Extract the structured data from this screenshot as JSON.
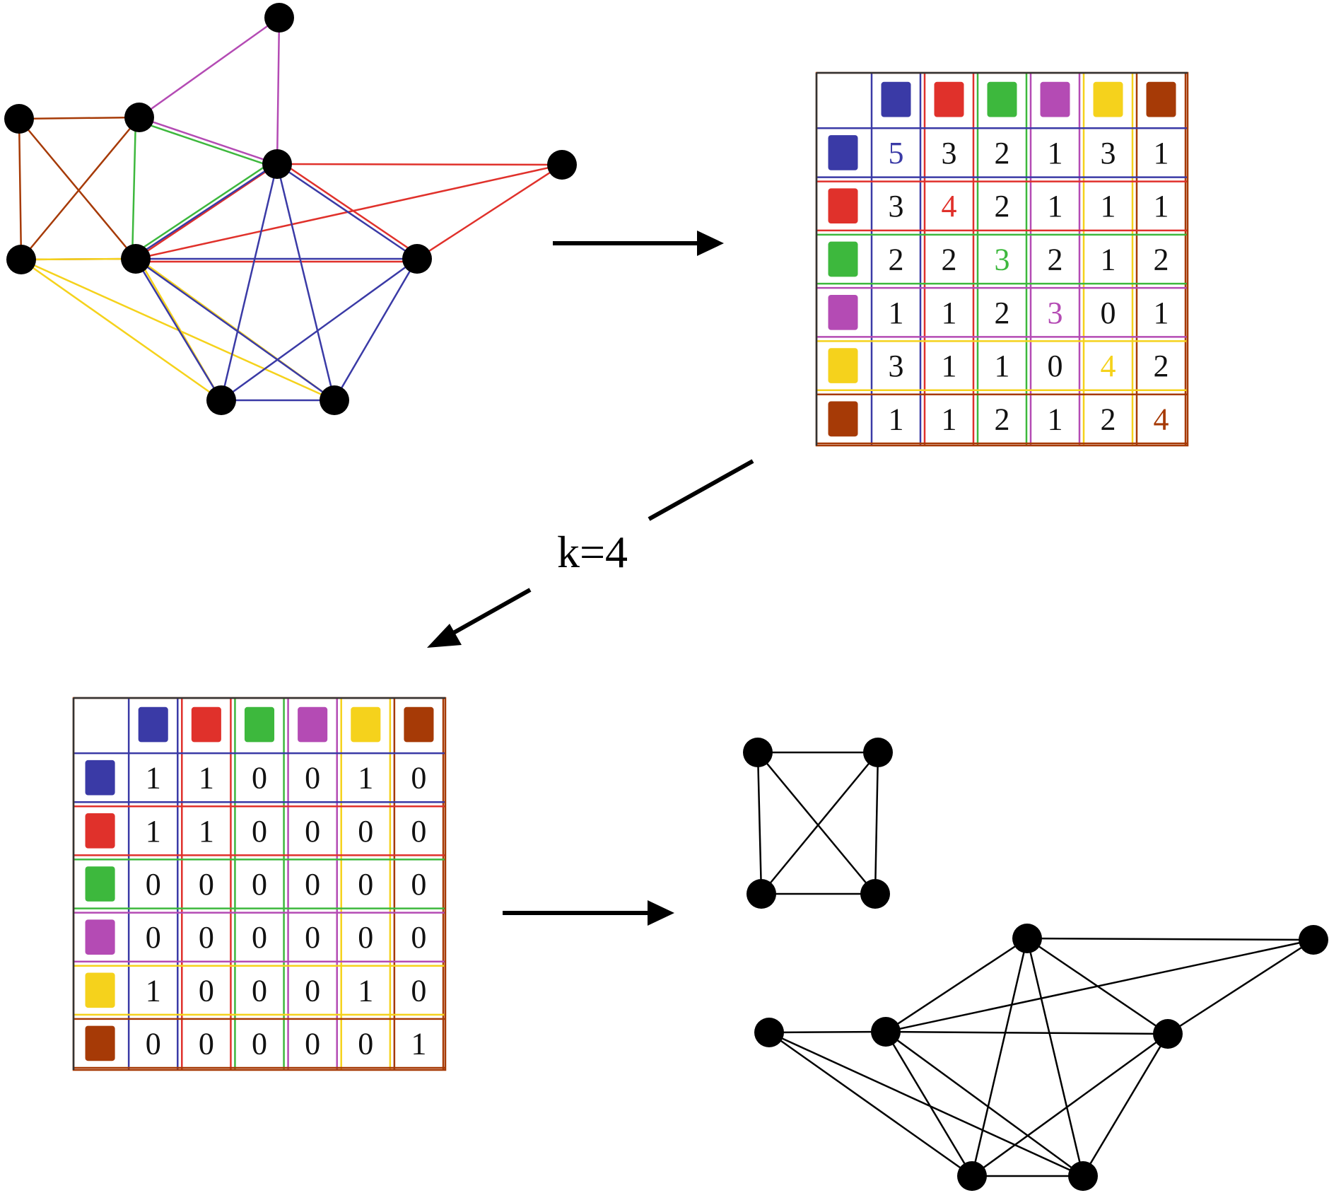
{
  "palette": {
    "blue": "#3a3aa6",
    "red": "#e0312b",
    "green": "#3db83d",
    "purple": "#b44bb4",
    "yellow": "#f5d21c",
    "brown": "#a63a06",
    "node": "#000000",
    "arrow": "#000000"
  },
  "colors": [
    "blue",
    "red",
    "green",
    "purple",
    "yellow",
    "brown"
  ],
  "label_k": "k=4",
  "matrix_top": {
    "values": [
      [
        "5",
        "3",
        "2",
        "1",
        "3",
        "1"
      ],
      [
        "3",
        "4",
        "2",
        "1",
        "1",
        "1"
      ],
      [
        "2",
        "2",
        "3",
        "2",
        "1",
        "2"
      ],
      [
        "1",
        "1",
        "2",
        "3",
        "0",
        "1"
      ],
      [
        "3",
        "1",
        "1",
        "0",
        "4",
        "2"
      ],
      [
        "1",
        "1",
        "2",
        "1",
        "2",
        "4"
      ]
    ]
  },
  "matrix_bottom": {
    "values": [
      [
        "1",
        "1",
        "0",
        "0",
        "1",
        "0"
      ],
      [
        "1",
        "1",
        "0",
        "0",
        "0",
        "0"
      ],
      [
        "0",
        "0",
        "0",
        "0",
        "0",
        "0"
      ],
      [
        "0",
        "0",
        "0",
        "0",
        "0",
        "0"
      ],
      [
        "1",
        "0",
        "0",
        "0",
        "1",
        "0"
      ],
      [
        "0",
        "0",
        "0",
        "0",
        "0",
        "1"
      ]
    ]
  }
}
